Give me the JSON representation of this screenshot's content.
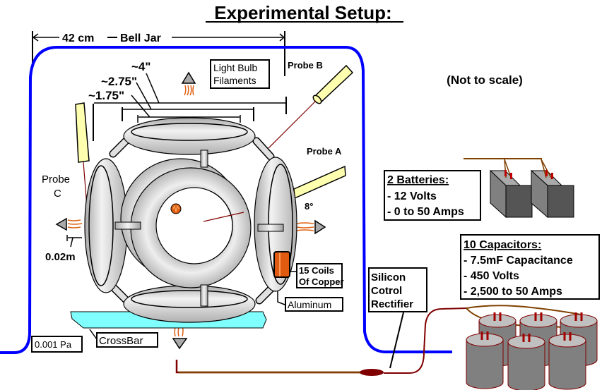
{
  "title": "Experimental Setup:",
  "not_to_scale": "(Not to scale)",
  "bell_jar": {
    "dimension": "42 cm",
    "label": "Bell Jar",
    "pressure": "0.001 Pa",
    "color": "#0000ff"
  },
  "dimensions": {
    "outer": "~4\"",
    "middle": "~2.75\"",
    "inner": "~1.75\"",
    "probe_gap": "0.02m",
    "probe_a_angle": "8°"
  },
  "labels": {
    "filaments_line1": "Light Bulb",
    "filaments_line2": "Filaments",
    "probe_a": "Probe A",
    "probe_b": "Probe B",
    "probe_c_line1": "Probe",
    "probe_c_line2": "C",
    "coils_line1": "15 Coils",
    "coils_line2": "Of Copper",
    "aluminum": "Aluminum",
    "crossbar": "CrossBar",
    "scr_line1": "Silicon",
    "scr_line2": "Cotrol",
    "scr_line3": "Rectifier"
  },
  "batteries": {
    "title": "2 Batteries:",
    "specs": [
      "- 12 Volts",
      "- 0 to 50 Amps"
    ],
    "count": 2
  },
  "capacitors": {
    "title": "10 Capacitors:",
    "specs": [
      "- 7.5mF Capacitance",
      "- 450 Volts",
      "- 2,500 to 50 Amps"
    ],
    "count": 10
  },
  "colors": {
    "ring": "#d4d4d4",
    "probe": "#ffffb0",
    "crossbar": "#80ffff",
    "copper": "#e05a10",
    "wire": "#804000",
    "wire_red": "#800000",
    "battery": "#555555",
    "capacitor": "#808080"
  }
}
